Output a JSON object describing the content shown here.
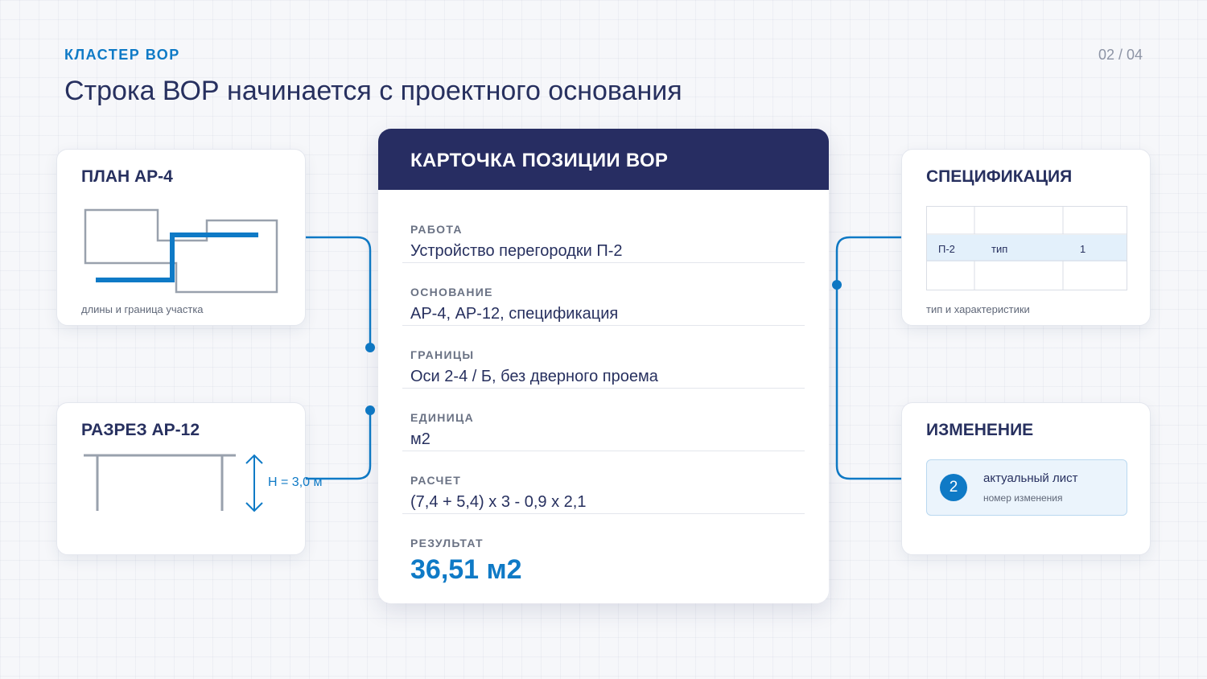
{
  "header": {
    "cluster": "КЛАСТЕР ВОР",
    "page": "02 / 04",
    "title": "Строка ВОР начинается с проектного основания"
  },
  "left_cards": {
    "plan": {
      "title": "ПЛАН АР-4",
      "caption": "длины и граница участка"
    },
    "section": {
      "title": "РАЗРЕЗ АР-12",
      "height_label": "H = 3,0 м"
    }
  },
  "main_card": {
    "title": "КАРТОЧКА ПОЗИЦИИ ВОР",
    "fields": [
      {
        "label": "РАБОТА",
        "value": "Устройство перегородки П-2"
      },
      {
        "label": "ОСНОВАНИЕ",
        "value": "АР-4, АР-12, спецификация"
      },
      {
        "label": "ГРАНИЦЫ",
        "value": "Оси 2-4 / Б, без дверного проема"
      },
      {
        "label": "ЕДИНИЦА",
        "value": "м2"
      },
      {
        "label": "РАСЧЕТ",
        "value": "(7,4 + 5,4) х 3 - 0,9 х 2,1"
      },
      {
        "label": "РЕЗУЛЬТАТ",
        "value": "36,51 м2"
      }
    ]
  },
  "right_cards": {
    "spec": {
      "title": "СПЕЦИФИКАЦИЯ",
      "row": [
        "П-2",
        "тип",
        "1"
      ],
      "caption": "тип и характеристики"
    },
    "change": {
      "title": "ИЗМЕНЕНИЕ",
      "badge": "2",
      "item_title": "актуальный лист",
      "item_sub": "номер изменения"
    }
  },
  "colors": {
    "accent": "#0f7ac6",
    "navy": "#272d62",
    "grey_line": "#99a1ad",
    "highlight_row": "#e3f0fb"
  }
}
